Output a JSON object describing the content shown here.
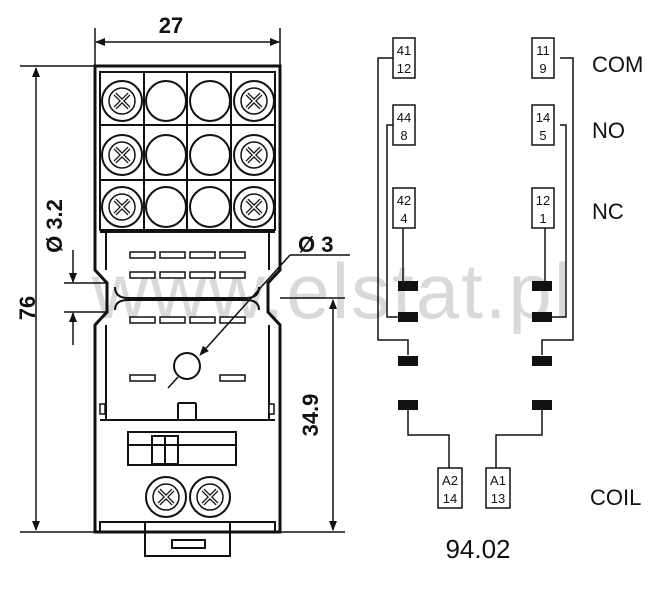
{
  "watermark": "www.elstat.pl",
  "dimensions": {
    "width": "27",
    "height": "76",
    "hole_spacing": "Ø 3.2",
    "mount_hole": "Ø 3",
    "lower_height": "34.9"
  },
  "terminals": {
    "left_com": {
      "top": "41",
      "bottom": "12"
    },
    "left_no": {
      "top": "44",
      "bottom": "8"
    },
    "left_nc": {
      "top": "42",
      "bottom": "4"
    },
    "right_com": {
      "top": "11",
      "bottom": "9"
    },
    "right_no": {
      "top": "14",
      "bottom": "5"
    },
    "right_nc": {
      "top": "12",
      "bottom": "1"
    },
    "coil_a2": {
      "top": "A2",
      "bottom": "14"
    },
    "coil_a1": {
      "top": "A1",
      "bottom": "13"
    }
  },
  "labels": {
    "com": "COM",
    "no": "NO",
    "nc": "NC",
    "coil": "COIL",
    "model": "94.02"
  }
}
